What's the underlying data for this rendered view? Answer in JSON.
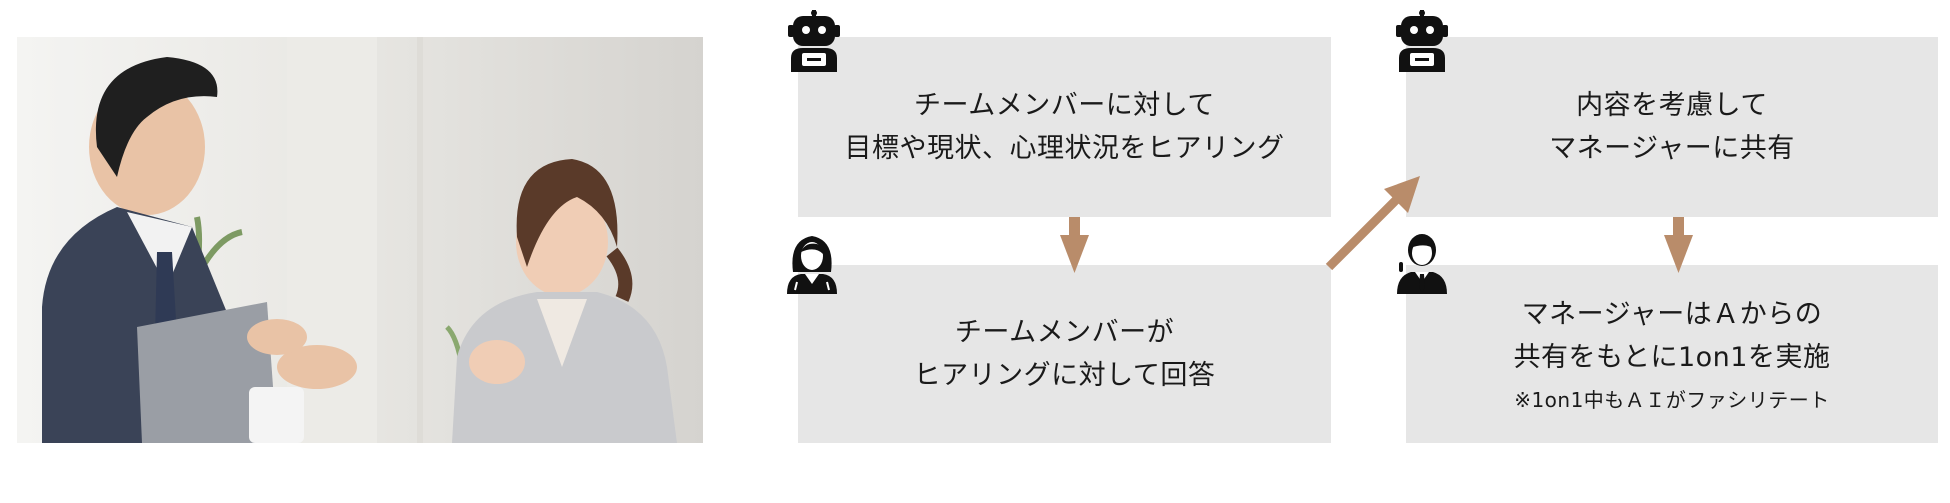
{
  "image_alt": "photo",
  "steps": {
    "step1": {
      "line1": "チームメンバーに対して",
      "line2": "目標や現状、心理状況をヒアリング"
    },
    "step2": {
      "line1": "チームメンバーが",
      "line2": "ヒアリングに対して回答"
    },
    "step3": {
      "line1": "内容を考慮して",
      "line2": "マネージャーに共有"
    },
    "step4": {
      "line1": "マネージャーはＡからの",
      "line2": "共有をもとに1on1を実施",
      "note": "※1on1中もＡＩがファシリテート"
    }
  },
  "icons": [
    "robot-icon",
    "woman-icon",
    "robot-icon",
    "man-icon"
  ],
  "colors": {
    "box": "#e6e6e6",
    "arrow": "#b98c6a",
    "icon": "#111111"
  }
}
